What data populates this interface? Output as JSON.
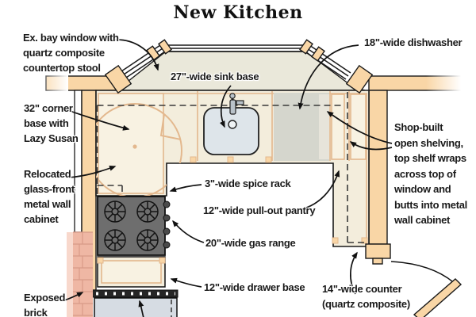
{
  "title": "New Kitchen",
  "annotations": {
    "bay_window": {
      "lines": [
        "Ex. bay window with",
        "quartz composite",
        "countertop stool"
      ]
    },
    "corner_base": {
      "lines": [
        "32\" corner",
        "base with",
        "Lazy Susan"
      ]
    },
    "wall_cabinet": {
      "lines": [
        "Relocated",
        "glass-front",
        "metal wall",
        "cabinet"
      ]
    },
    "exposed_brick": {
      "lines": [
        "Exposed",
        "brick"
      ]
    },
    "sink_base": {
      "text": "27\"-wide sink base"
    },
    "dishwasher": {
      "text": "18\"-wide dishwasher"
    },
    "open_shelving": {
      "lines": [
        "Shop-built",
        "open shelving,",
        "top shelf wraps",
        "across top of",
        "window and",
        "butts into metal",
        "wall cabinet"
      ]
    },
    "spice_rack": {
      "text": "3\"-wide spice rack"
    },
    "pullout_pantry": {
      "text": "12\"-wide pull-out pantry"
    },
    "gas_range": {
      "text": "20\"-wide gas range"
    },
    "drawer_base": {
      "text": "12\"-wide drawer base"
    },
    "counter_14": {
      "lines": [
        "14\"-wide counter",
        "(quartz composite)"
      ]
    }
  },
  "colors": {
    "wall": "#F9D6A6",
    "counter": "#F3EDDC",
    "bay_floor": "#EAE8DA",
    "cabinet_line": "#E3B88E",
    "sink": "#DEE5EA",
    "dishwasher": "#D5D6CD",
    "range": "#6E6E6E",
    "brick": "#EFB7A4",
    "brick_mortar": "#D89A88",
    "table": "#D6DCE3",
    "ink": "#1A1A1A"
  }
}
